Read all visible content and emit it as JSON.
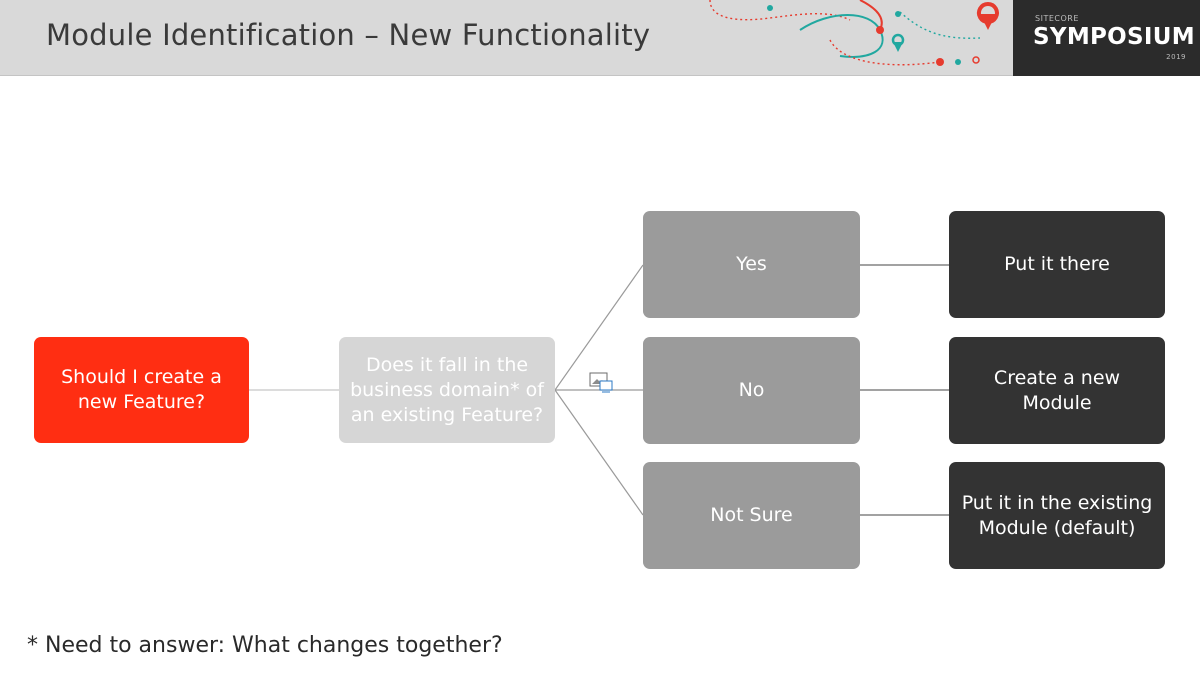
{
  "slide": {
    "title": "Module Identification – New Functionality",
    "footnote": "* Need to answer: What changes together?"
  },
  "logo": {
    "sitecore": "SITECORE",
    "symposium": "SYMPOSIUM",
    "year": "2019"
  },
  "flowchart": {
    "start": "Should I create a new Feature?",
    "question": "Does it fall in the business domain* of an existing Feature?",
    "answers": [
      "Yes",
      "No",
      "Not Sure"
    ],
    "results": [
      "Put it there",
      "Create a new Module",
      "Put it in the existing Module (default)"
    ]
  },
  "colors": {
    "header_bg": "#d9d9d9",
    "start_node": "#ff2e12",
    "question_node": "#d6d6d6",
    "answer_node": "#9b9b9b",
    "result_node": "#333333",
    "accent_red": "#e63b2e",
    "accent_teal": "#21a8a0"
  }
}
